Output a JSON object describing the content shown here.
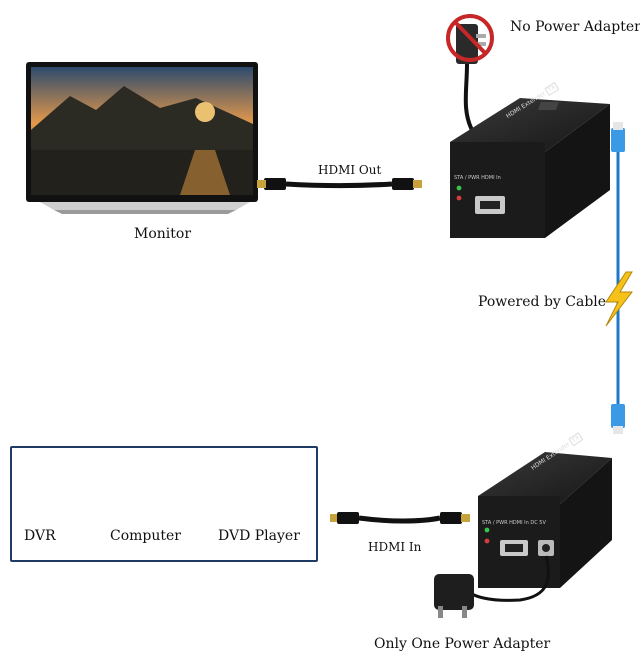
{
  "labels": {
    "no_power_adapter": "No Power Adapter",
    "monitor": "Monitor",
    "hdmi_out": "HDMI Out",
    "powered_by_cable": "Powered by Cable",
    "dvr": "DVR",
    "computer": "Computer",
    "dvd_player": "DVD Player",
    "hdmi_in": "HDMI In",
    "only_one_power_adapter": "Only One Power Adapter"
  },
  "device_text": {
    "top_extender_title": "HDMI Extender",
    "top_extender_badge": "TX",
    "top_port_labels": "STA / PWR   HDMI In",
    "bottom_extender_title": "HDMI Extender",
    "bottom_extender_badge": "TX",
    "bottom_port_labels": "STA / PWR   HDMI In   DC 5V"
  },
  "colors": {
    "device_body": "#1b1b1b",
    "cable_blue": "#1e78c8",
    "lightning": "#f6c21a",
    "frame_border": "#1f3b63",
    "prohibited_red": "#c62828"
  },
  "icons": [
    "prohibited-icon",
    "lightning-icon",
    "rj45-connector-icon",
    "hdmi-plug-icon",
    "power-adapter-icon"
  ]
}
